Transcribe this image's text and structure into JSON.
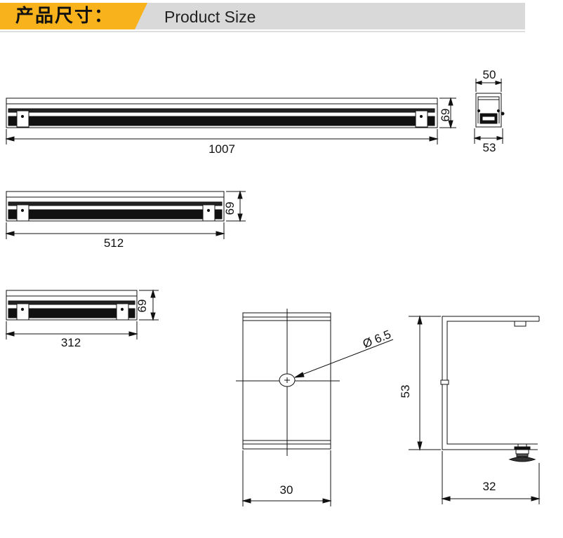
{
  "header": {
    "title_cn": "产品尺寸：",
    "title_en": "Product Size",
    "accent_color": "#f7b21c",
    "bar_color": "#d9d9d9"
  },
  "dimensions": {
    "length_1007": "1007",
    "height_a": "69",
    "width_top": "50",
    "width_bottom": "53",
    "length_512": "512",
    "height_b": "69",
    "length_312": "312",
    "height_c": "69",
    "hole_diameter": "Ø 6.5",
    "bracket_width": "30",
    "bracket_height": "53",
    "bracket_depth": "32"
  }
}
